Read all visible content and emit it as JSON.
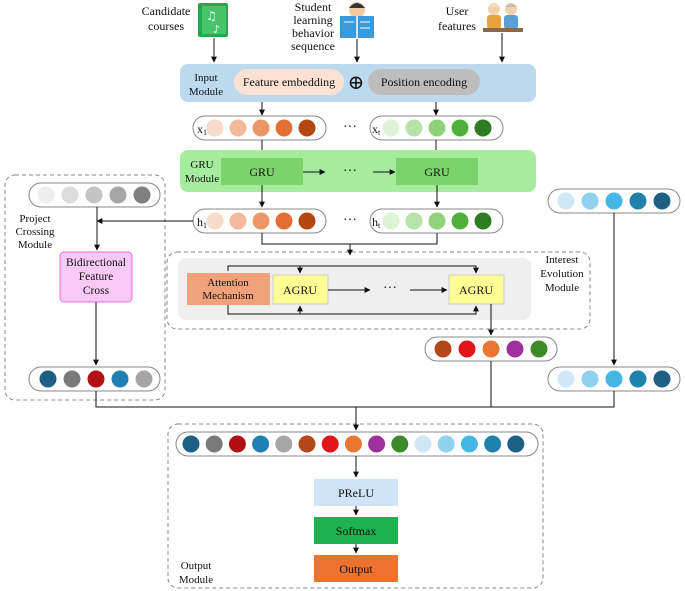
{
  "inputs": {
    "candidate": [
      "Candidate",
      "courses"
    ],
    "student": [
      "Student",
      "learning",
      "behavior",
      "sequence"
    ],
    "user": [
      "User",
      "features"
    ]
  },
  "input_module": {
    "label": [
      "Input",
      "Module"
    ],
    "feature_embedding": "Feature embedding",
    "oplus": "⊕",
    "position_encoding": "Position encoding"
  },
  "x_row": {
    "x1": "x",
    "x1_sub": "1",
    "xt": "x",
    "xt_sub": "t",
    "ellipsis": "···"
  },
  "gru_module": {
    "label": [
      "GRU",
      "Module"
    ],
    "gru": "GRU",
    "ellipsis": "···"
  },
  "h_row": {
    "h1": "h",
    "h1_sub": "1",
    "ht": "h",
    "ht_sub": "t",
    "ellipsis": "···"
  },
  "project_crossing": {
    "label": [
      "Project",
      "Crossing",
      "Module"
    ],
    "bfc": [
      "Bidirectional",
      "Feature",
      "Cross"
    ]
  },
  "interest_evolution": {
    "label": [
      "Interest",
      "Evolution",
      "Module"
    ],
    "attention": [
      "Attention",
      "Mechanism"
    ],
    "agru": "AGRU",
    "ellipsis": "···"
  },
  "output_module": {
    "label": [
      "Output",
      "Module"
    ],
    "prelu": "PReLU",
    "softmax": "Softmax",
    "output": "Output"
  },
  "colors": {
    "input_band": "#bcd9ee",
    "feature_embedding": "#fbe1d2",
    "position_encoding": "#bdbdbd",
    "gru_band": "#a6ec9e",
    "gru_box": "#7dd36b",
    "bfc": "#f8c9f5",
    "bfc_border": "#e070e0",
    "attention": "#f0a27a",
    "agru": "#fdfd96",
    "prelu": "#cfe4f6",
    "softmax": "#1fb04f",
    "output": "#ec7230",
    "x1_dots": [
      "#f8dccb",
      "#f2b99b",
      "#ec9668",
      "#e46f35",
      "#b44710"
    ],
    "xt_dots": [
      "#dcf3d6",
      "#b5e3a8",
      "#8fd27a",
      "#4fb13b",
      "#2e7d22"
    ],
    "pc_top_dots": [
      "#eeeeee",
      "#dcdcdc",
      "#c4c4c4",
      "#a6a6a6",
      "#808080"
    ],
    "user_dots": [
      "#cfe7f7",
      "#8fd1ef",
      "#45b6e6",
      "#1f82ad",
      "#1f5f85"
    ],
    "ie_out_dots": [
      "#b5451b",
      "#e3151a",
      "#e87630",
      "#a0309c",
      "#3c8a2a"
    ],
    "pc_out_dots": [
      "#1f5f85",
      "#7a7a7a",
      "#b10f12",
      "#1f7fb0",
      "#a6a6a6"
    ],
    "concat_dots": [
      "#1f5f85",
      "#7a7a7a",
      "#b10f12",
      "#1f7fb0",
      "#a6a6a6",
      "#b5451b",
      "#e3151a",
      "#e87630",
      "#a0309c",
      "#3c8a2a",
      "#cfe7f7",
      "#8fd1ef",
      "#45b6e6",
      "#1f82ad",
      "#1f5f85"
    ]
  },
  "icons": [
    "music-score-icon",
    "student-reading-icon",
    "users-icon"
  ]
}
